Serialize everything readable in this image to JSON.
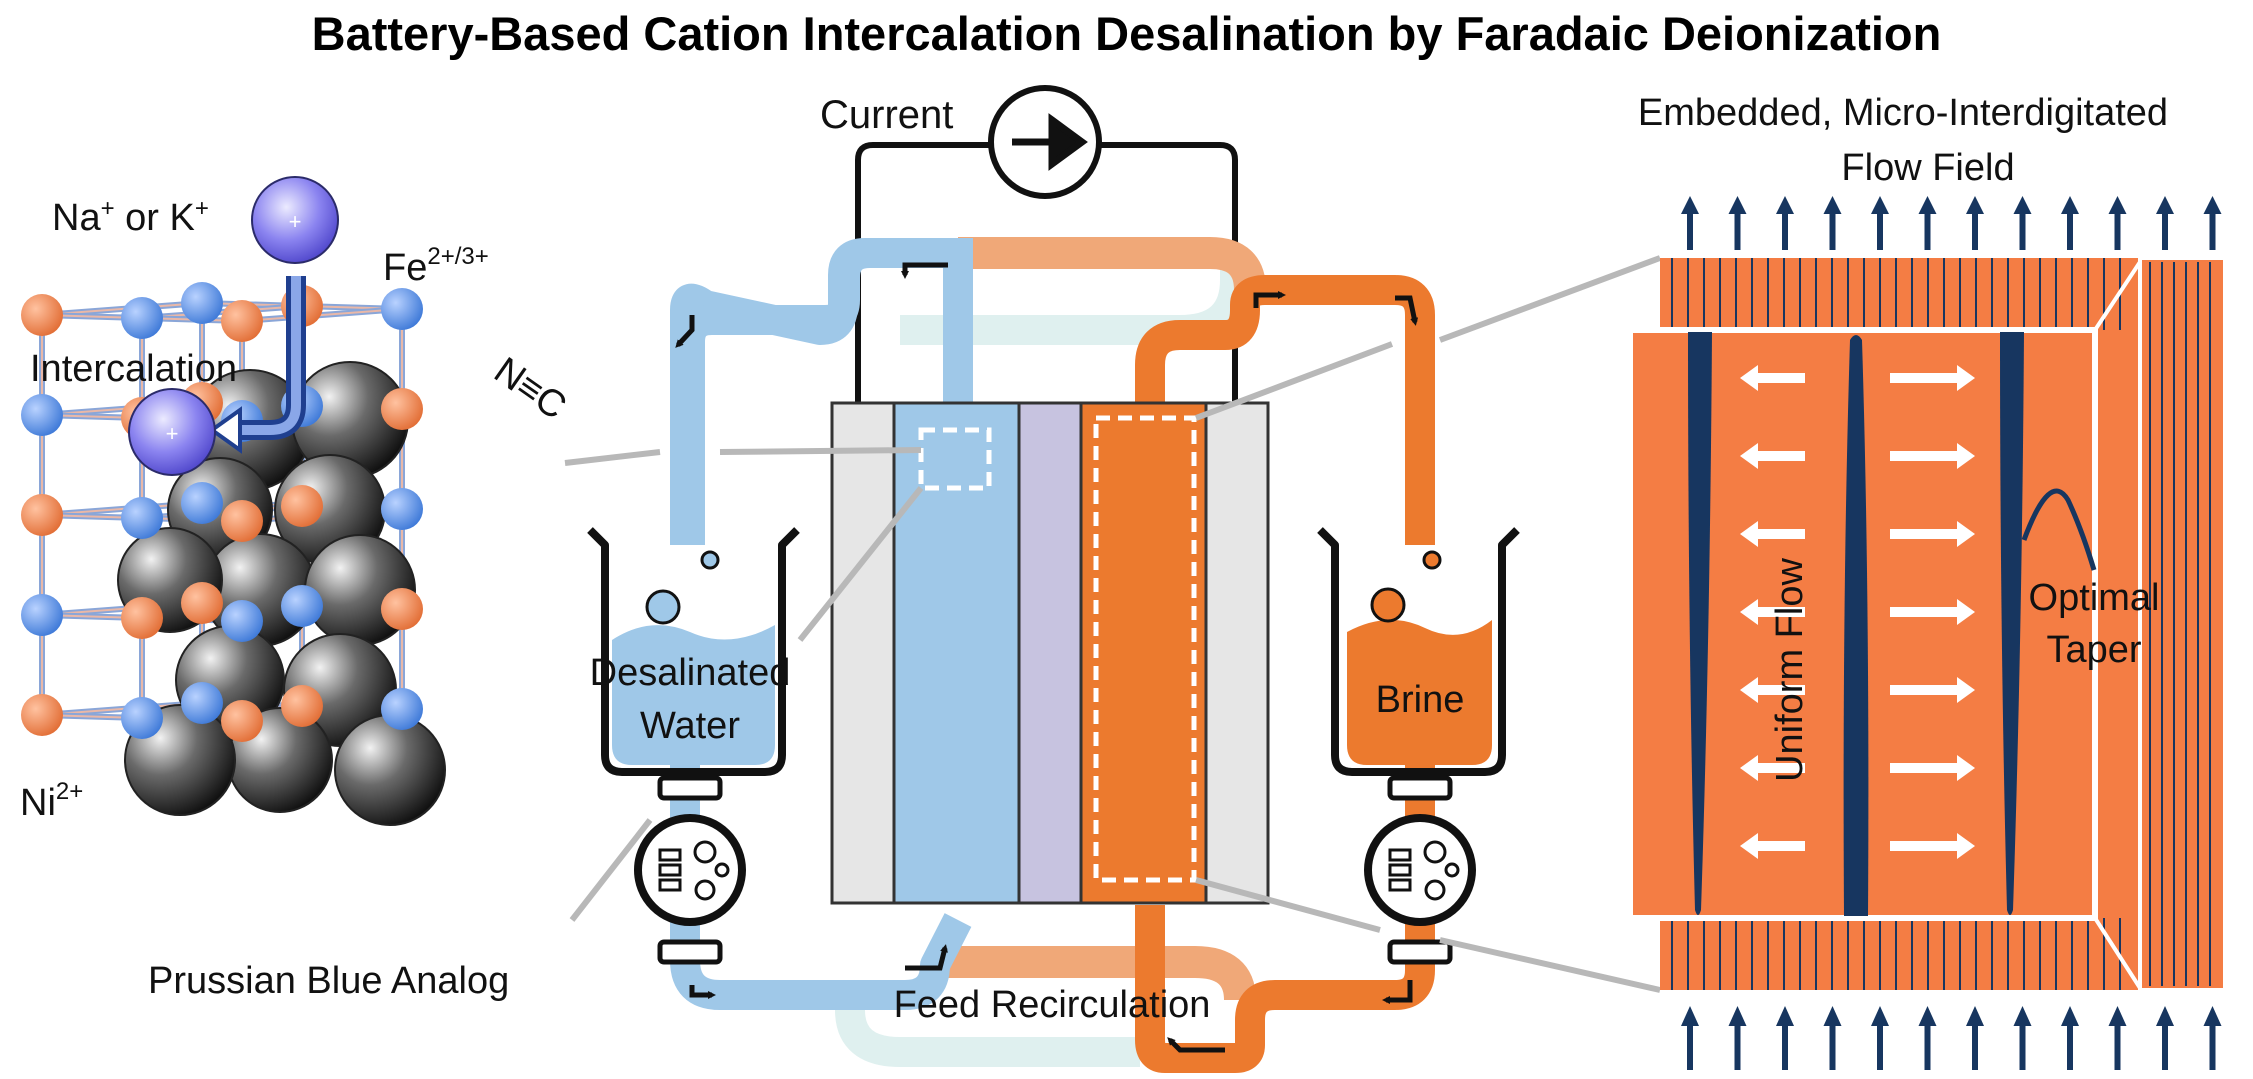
{
  "title": "Battery-Based Cation Intercalation Desalination by Faradaic Deionization",
  "crystal": {
    "cation_label": "Na",
    "cation_sup": "+",
    "or_label": " or K",
    "or_sup": "+",
    "iron_label": "Fe",
    "iron_sup": "2+/3+",
    "intercalation_label": "Intercalation",
    "cyanide_label": "N≡C",
    "nickel_label": "Ni",
    "nickel_sup": "2+",
    "caption": "Prussian Blue Analog",
    "ion_symbol": "+"
  },
  "cell": {
    "current_label": "Current",
    "feed_label": "Feed Recirculation",
    "desalinated_line1": "Desalinated",
    "desalinated_line2": "Water",
    "brine_label": "Brine"
  },
  "flow_field": {
    "title_line1": "Embedded, Micro-Interdigitated",
    "title_line2": "Flow Field",
    "uniform_flow_label": "Uniform Flow",
    "taper_line1": "Optimal",
    "taper_line2": "Taper"
  },
  "colors": {
    "fresh_blue": "#9fc8e8",
    "brine_orange": "#ec7a2e",
    "light_orange": "#f0a878",
    "membrane": "#c7c3e0",
    "navy": "#173660",
    "node_blue": "#5b93e6",
    "node_orange": "#ee8a58"
  }
}
